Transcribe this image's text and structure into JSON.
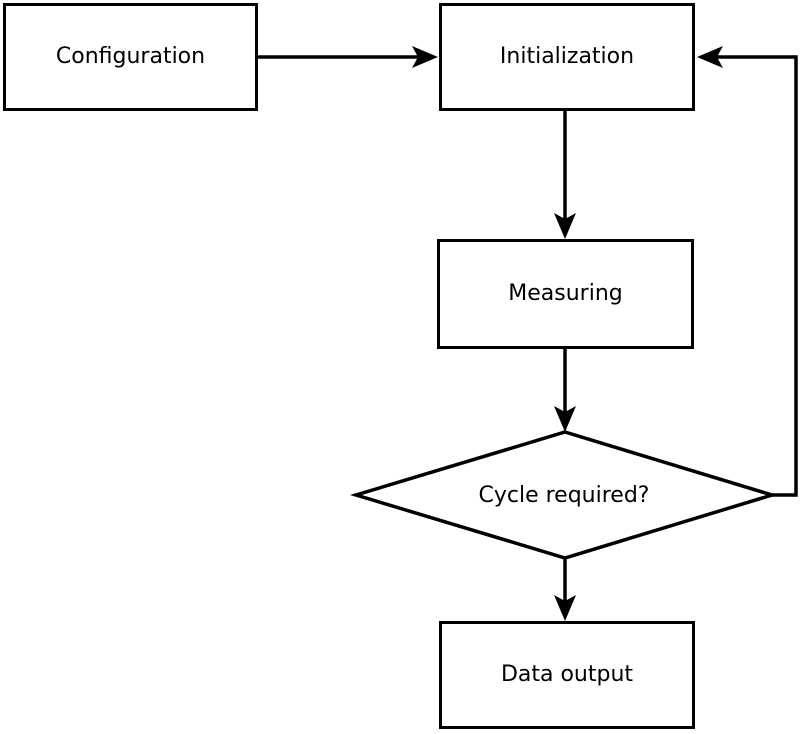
{
  "diagram": {
    "type": "flowchart",
    "colors": {
      "stroke": "#000000",
      "node_fill": "#ffffff",
      "background": "#ffffff",
      "text": "#000000"
    },
    "nodes": [
      {
        "id": "configuration",
        "label": "Configuration",
        "shape": "rect"
      },
      {
        "id": "initialization",
        "label": "Initialization",
        "shape": "rect"
      },
      {
        "id": "measuring",
        "label": "Measuring",
        "shape": "rect"
      },
      {
        "id": "cycle-required",
        "label": "Cycle required?",
        "shape": "diamond"
      },
      {
        "id": "data-output",
        "label": "Data output",
        "shape": "rect"
      }
    ],
    "edges": [
      {
        "from": "configuration",
        "to": "initialization",
        "style": "arrow"
      },
      {
        "from": "initialization",
        "to": "measuring",
        "style": "arrow"
      },
      {
        "from": "measuring",
        "to": "cycle-required",
        "style": "arrow"
      },
      {
        "from": "cycle-required",
        "to": "data-output",
        "style": "arrow"
      },
      {
        "from": "cycle-required",
        "to": "initialization",
        "style": "arrow-feedback-loop"
      }
    ]
  }
}
